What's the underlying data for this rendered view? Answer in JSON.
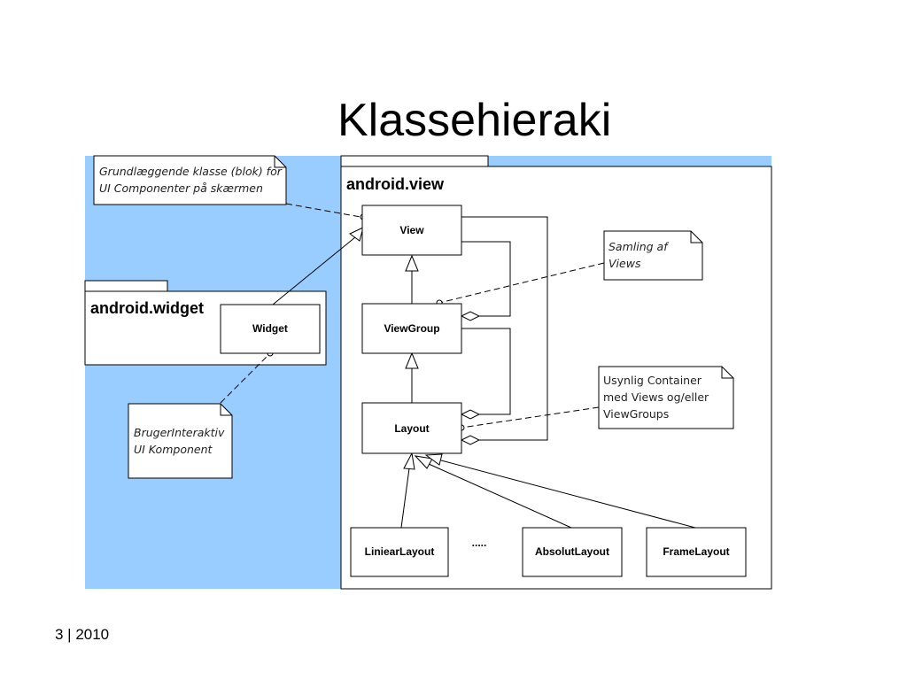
{
  "slide": {
    "title": "Klassehieraki",
    "footer": "3 | 2010"
  },
  "diagram": {
    "packages": {
      "view": "android.view",
      "widget": "android.widget"
    },
    "classes": {
      "view": "View",
      "viewgroup": "ViewGroup",
      "layout": "Layout",
      "widget": "Widget",
      "linear": "LiniearLayout",
      "absolut": "AbsolutLayout",
      "frame": "FrameLayout",
      "ellipsis": "....."
    },
    "notes": {
      "base": [
        "Grundlæggende klasse (blok) for",
        "UI Componenter på skærmen"
      ],
      "samling": [
        "Samling af",
        "Views"
      ],
      "usynlig": [
        "Usynlig Container",
        "med Views og/eller",
        "ViewGroups"
      ],
      "bruger": [
        "BrugerInteraktiv",
        "UI Komponent"
      ]
    }
  },
  "colors": {
    "background_blue": "#99ccff",
    "line": "#000000"
  }
}
